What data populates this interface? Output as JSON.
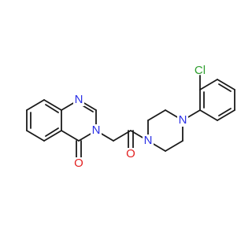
{
  "structure": {
    "colors": {
      "carbon_bond": "#1a1a1a",
      "nitrogen": "#2a2fe6",
      "oxygen": "#e32222",
      "chlorine": "#2e9e2e",
      "background": "#ffffff"
    },
    "labels": {
      "n1": "N",
      "n3": "N",
      "o_quinazolinone": "O",
      "o_carbonyl": "O",
      "n_piperazine_amide": "N",
      "n_piperazine_aryl": "N",
      "cl": "Cl"
    }
  }
}
